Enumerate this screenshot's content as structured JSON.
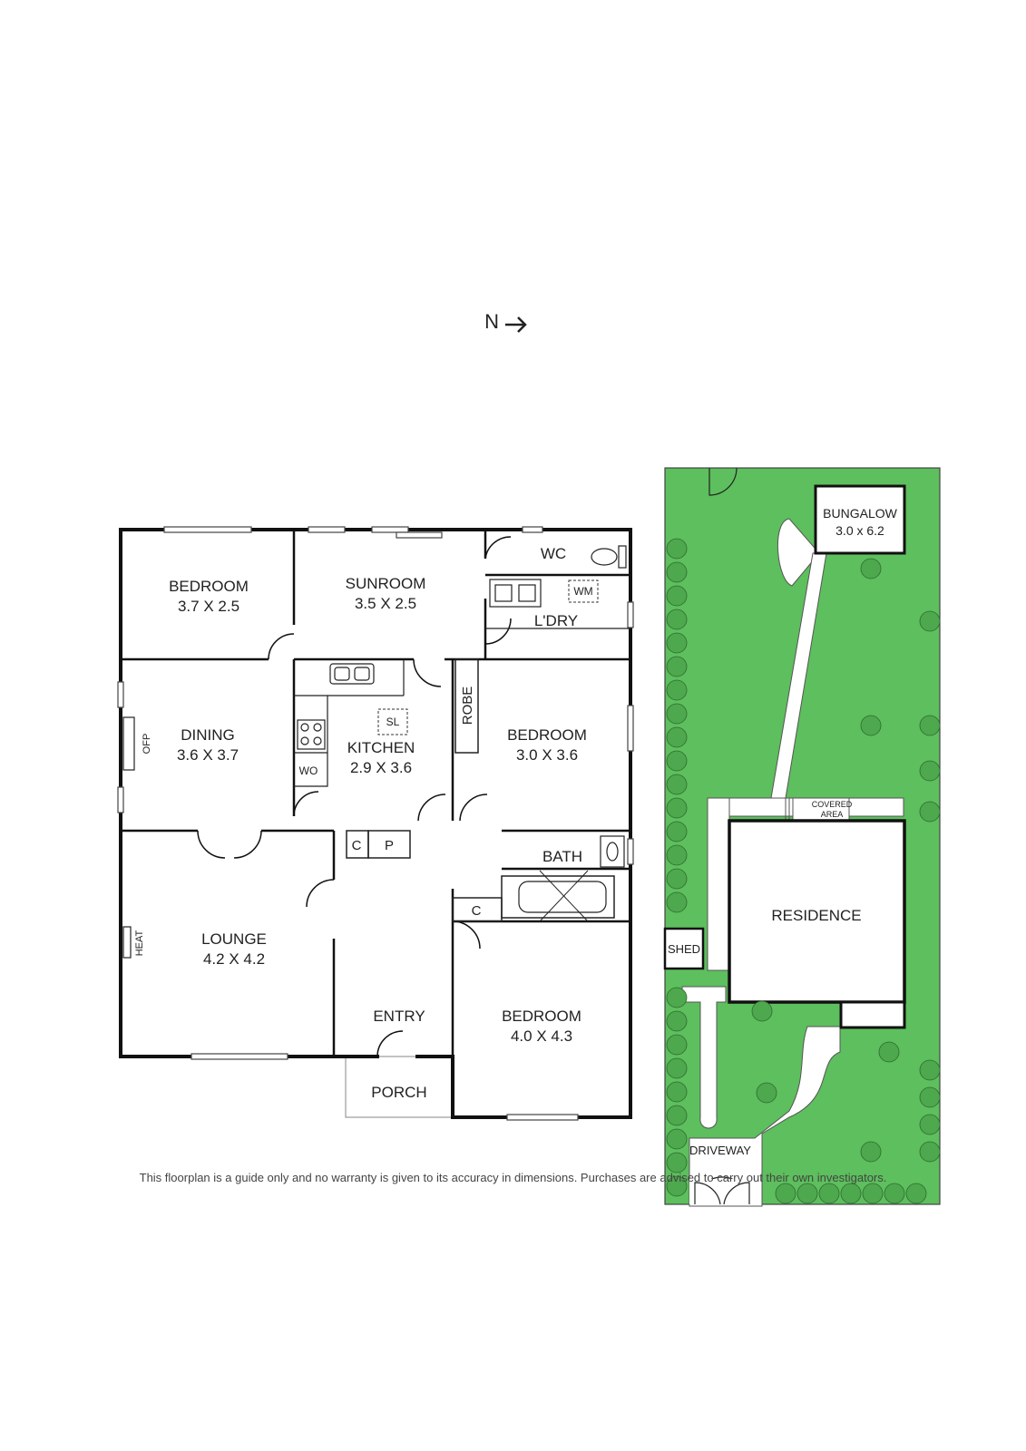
{
  "compass": {
    "label": "N",
    "icon": "north-arrow-icon"
  },
  "floorplan": {
    "rooms": {
      "bedroom1": {
        "name": "BEDROOM",
        "dims": "3.7 X 2.5"
      },
      "sunroom": {
        "name": "SUNROOM",
        "dims": "3.5 X 2.5"
      },
      "wc": {
        "name": "WC"
      },
      "laundry": {
        "name": "L'DRY"
      },
      "dining": {
        "name": "DINING",
        "dims": "3.6 X 3.7"
      },
      "kitchen": {
        "name": "KITCHEN",
        "dims": "2.9 X 3.6"
      },
      "bedroom2": {
        "name": "BEDROOM",
        "dims": "3.0 X 3.6"
      },
      "lounge": {
        "name": "LOUNGE",
        "dims": "4.2 X 4.2"
      },
      "bath": {
        "name": "BATH"
      },
      "entry": {
        "name": "ENTRY"
      },
      "bedroom3": {
        "name": "BEDROOM",
        "dims": "4.0 X 4.3"
      },
      "porch": {
        "name": "PORCH"
      }
    },
    "fixtures": {
      "wm": "WM",
      "sl": "SL",
      "wo": "WO",
      "robe": "ROBE",
      "ofp": "OFP",
      "heat": "HEAT",
      "cupboard1": "C",
      "pantry": "P",
      "cupboard2": "C"
    }
  },
  "siteplan": {
    "bungalow": {
      "name": "BUNGALOW",
      "dims": "3.0 x 6.2"
    },
    "covered_area": {
      "line1": "COVERED",
      "line2": "AREA"
    },
    "residence": "RESIDENCE",
    "shed": "SHED",
    "driveway": "DRIVEWAY"
  },
  "disclaimer": "This floorplan is a guide only and no warranty is given to its accuracy in dimensions. Purchases are advised to carry out their own investigators.",
  "colors": {
    "lawn": "#5dbf5d",
    "tree": "#4ea84e",
    "wall": "#111111",
    "path": "#ffffff"
  }
}
